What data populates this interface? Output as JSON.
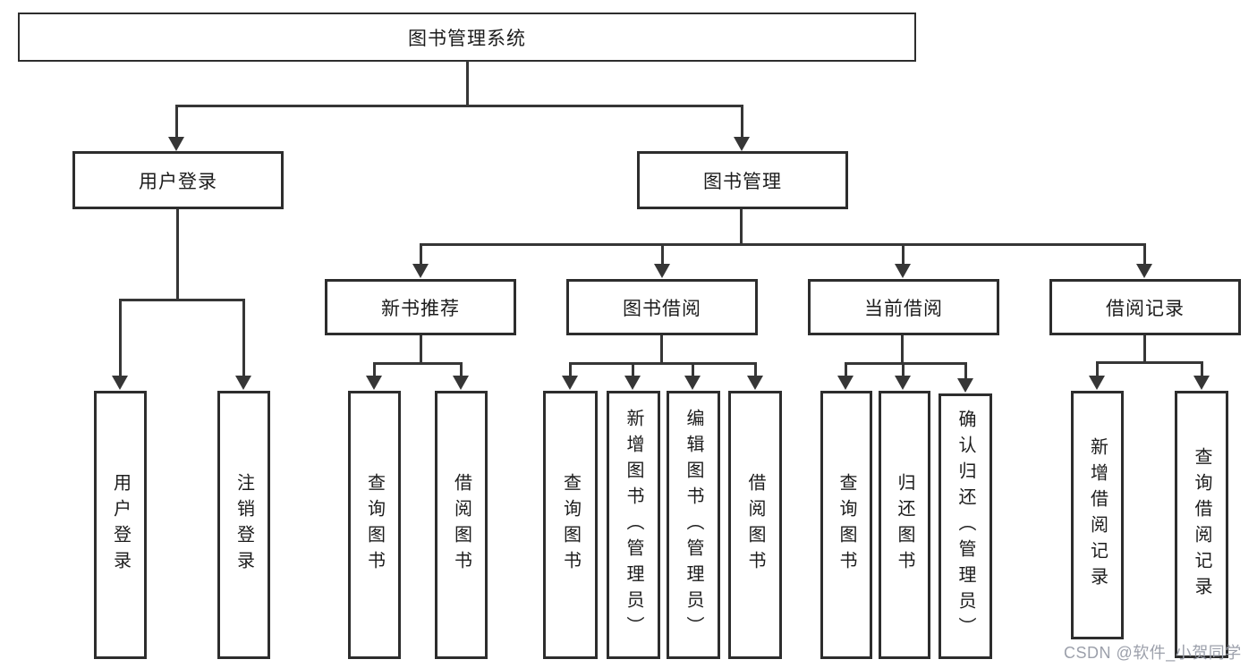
{
  "colors": {
    "line": "#363636",
    "box_border": "#2d2d2d",
    "text": "#1c1c1c",
    "watermark": "#9ca0ab",
    "background": "#ffffff"
  },
  "diagram": {
    "root": {
      "label": "图书管理系统"
    },
    "branches": [
      {
        "label": "用户登录",
        "children": [
          "用户登录",
          "注销登录"
        ]
      },
      {
        "label": "图书管理",
        "children": [
          {
            "label": "新书推荐",
            "children": [
              "查询图书",
              "借阅图书"
            ]
          },
          {
            "label": "图书借阅",
            "children": [
              "查询图书",
              "新增图书（管理员）",
              "编辑图书（管理员）",
              "借阅图书"
            ]
          },
          {
            "label": "当前借阅",
            "children": [
              "查询图书",
              "归还图书",
              "确认归还（管理员）"
            ]
          },
          {
            "label": "借阅记录",
            "children": [
              "新增借阅记录",
              "查询借阅记录"
            ]
          }
        ]
      }
    ]
  },
  "watermark": {
    "text": "CSDN @软件_小贺同学"
  }
}
